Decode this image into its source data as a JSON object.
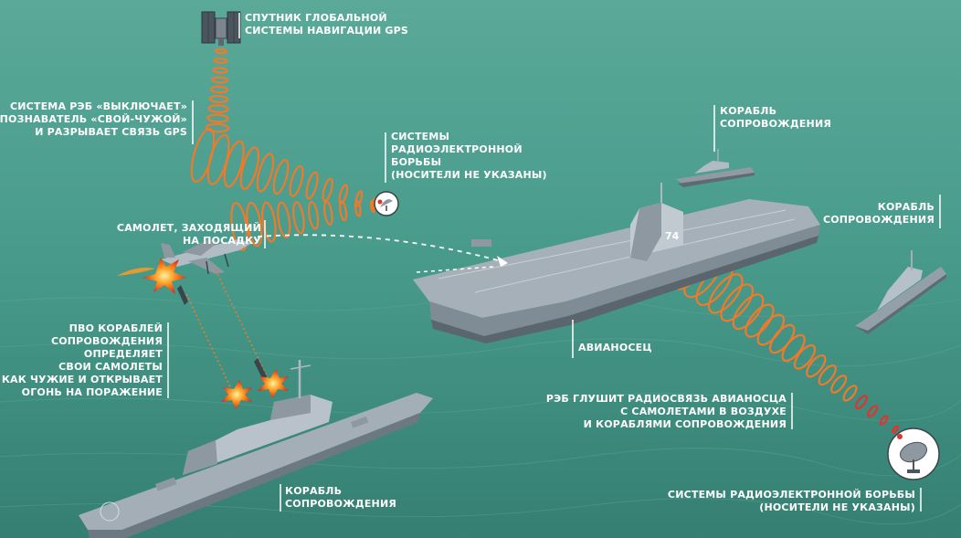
{
  "labels": {
    "gps": [
      "Спутник глобальной",
      "системы навигации GPS"
    ],
    "reb_off": [
      "Система РЭБ «выключает»",
      "опознаватель «свой-чужой»",
      "и разрывает связь GPS"
    ],
    "ew_top": [
      "Системы",
      "радиоэлектронной",
      "борьбы",
      "(носители не указаны)"
    ],
    "escort_top": [
      "Корабль",
      "сопровождения"
    ],
    "escort_right": [
      "Корабль",
      "сопровождения"
    ],
    "plane": [
      "Самолет, заходящий",
      "на посадку"
    ],
    "carrier": [
      "Авианосец"
    ],
    "pvo": [
      "ПВО кораблей",
      "сопровождения",
      "определяет",
      "свои самолеты",
      "как чужие и открывает",
      "огонь на поражение"
    ],
    "reb_jam": [
      "РЭБ глушит радиосвязь авианосца",
      "с самолетами в воздухе",
      "и кораблями сопровождения"
    ],
    "escort_bottom": [
      "Корабль",
      "сопровождения"
    ],
    "ew_bottom": [
      "Системы радиоэлектронной борьбы",
      "(носители не указаны)"
    ]
  },
  "carrier_hull_number": "74",
  "colors": {
    "sea": "#3f9283",
    "sea_light": "#5aa999",
    "ship": "#a9b4bd",
    "ship_dark": "#6c7882",
    "wave": "#f07a2a",
    "wave_end": "#e0342c",
    "text": "#ffffff"
  },
  "icons": [
    "satellite-icon",
    "radar-dish-icon",
    "jammer-dish-icon",
    "explosion-icon",
    "missile-icon"
  ]
}
